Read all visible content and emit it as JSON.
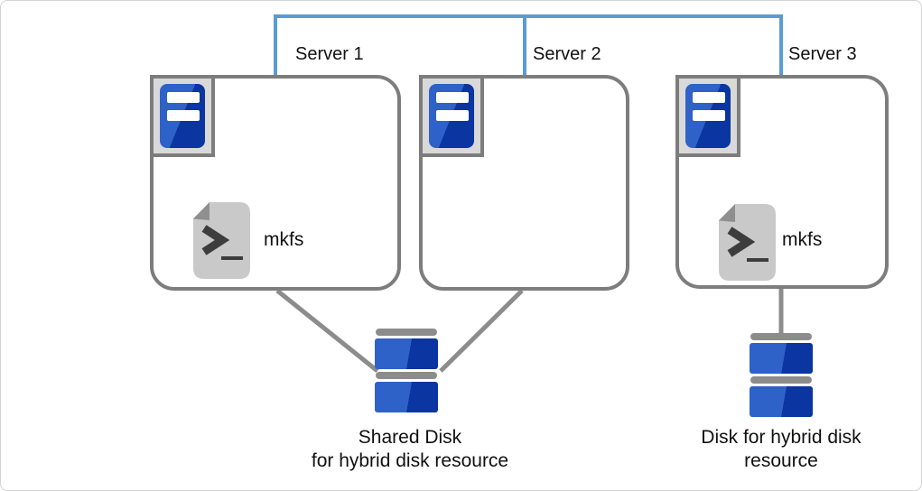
{
  "servers": [
    {
      "label": "Server 1",
      "script_label": "mkfs"
    },
    {
      "label": "Server 2"
    },
    {
      "label": "Server 3",
      "script_label": "mkfs"
    }
  ],
  "disks": {
    "shared": {
      "caption_line1": "Shared Disk",
      "caption_line2": "for hybrid disk resource"
    },
    "dedicated": {
      "caption_line1": "Disk for hybrid disk",
      "caption_line2": "resource"
    }
  },
  "colors": {
    "connector_blue": "#5b9bd5",
    "line_gray": "#8c8c8c",
    "border_gray": "#7d7d7d",
    "server_blue_light": "#2e62c9",
    "server_blue_dark": "#0b35a0",
    "chip_bg": "#d9d9d9",
    "doc_gray": "#c9c9c9",
    "doc_fold_gray": "#8f8f8f",
    "glyph_dark": "#3d3d3d",
    "text_color": "#111111",
    "frame_gray": "#d4d4d4"
  }
}
